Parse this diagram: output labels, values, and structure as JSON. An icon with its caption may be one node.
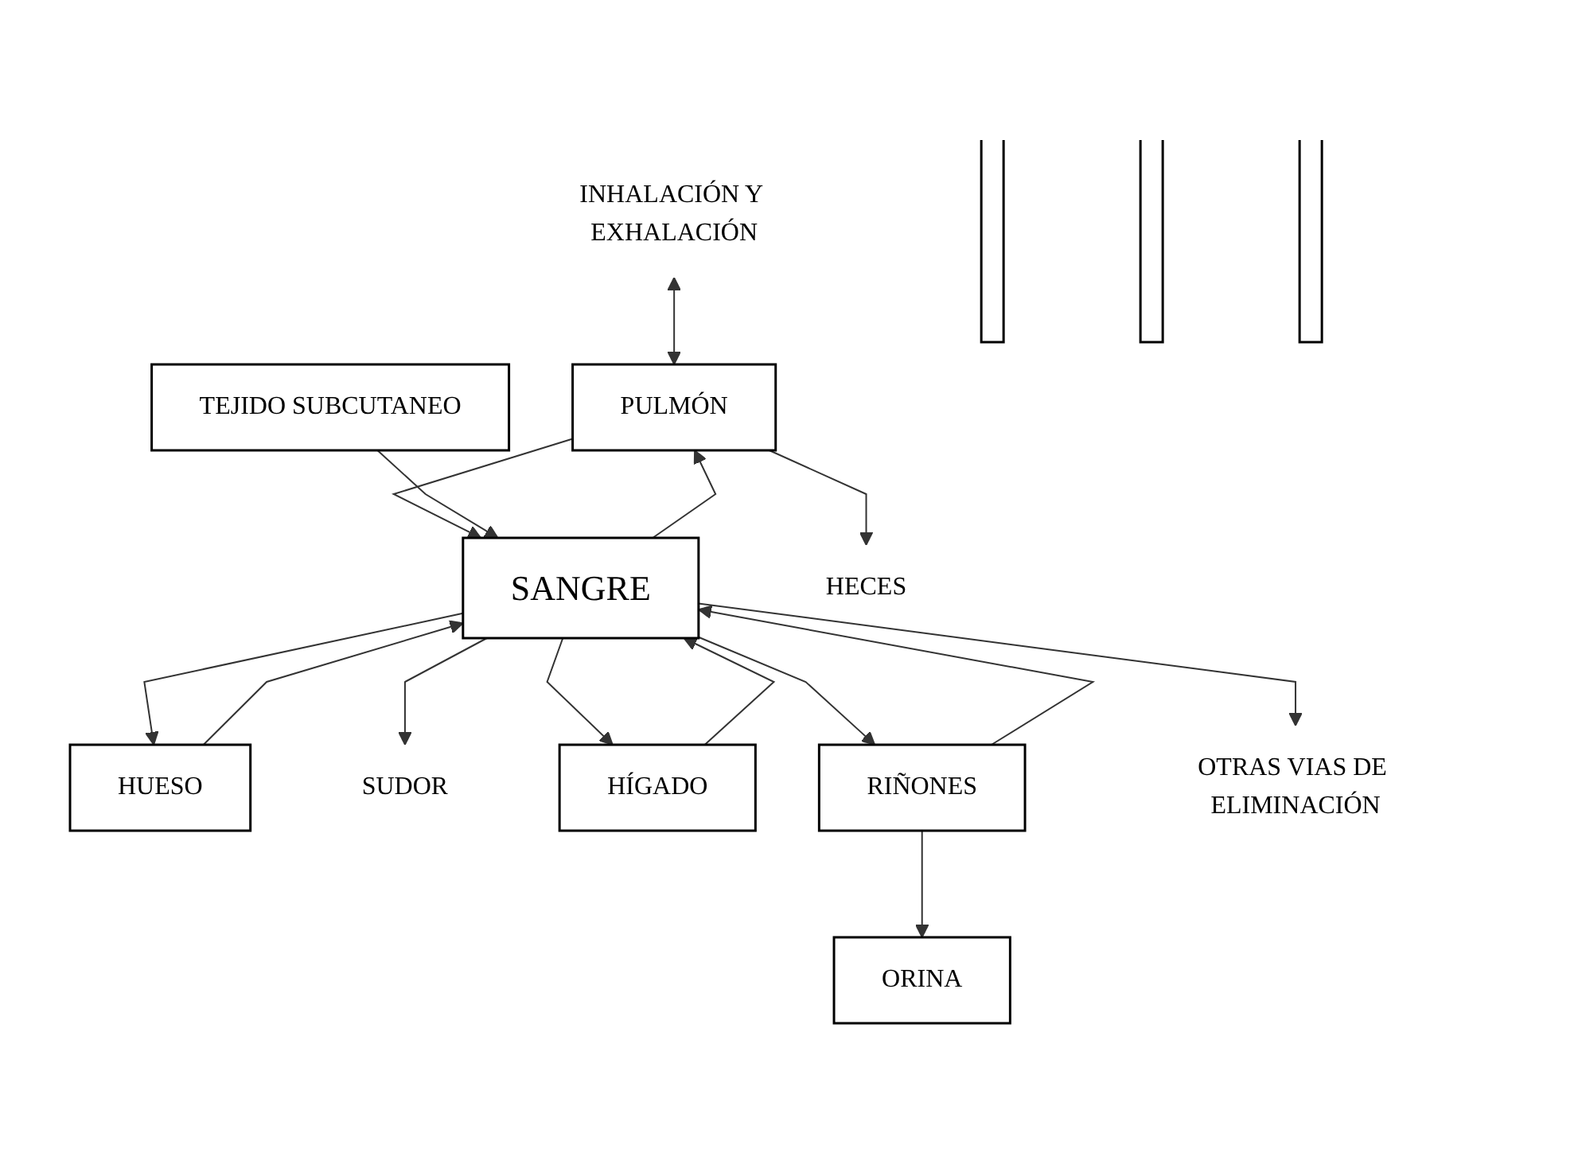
{
  "diagram": {
    "nodes": [
      {
        "text": [
          "INHALACIÓN Y EXHALACIÓN"
        ]
      },
      {
        "text": [],
        "shape": "bar"
      },
      {
        "text": [
          "PULMÓN"
        ]
      },
      {
        "text": [
          "HUESO"
        ]
      },
      {
        "text": [],
        "shape": "bar"
      },
      {
        "text": [
          "SANGRE"
        ]
      },
      {
        "text": [
          "TEJIDO SUBCUTANEO"
        ]
      },
      {
        "text": [
          "SUDOR"
        ]
      },
      {
        "text": [
          "HÍGADO"
        ]
      },
      {
        "text": [
          "RIÑONES"
        ]
      },
      {
        "text": [
          "OTRAS VIAS DE ELIMINACIÓN"
        ]
      },
      {
        "text": [],
        "shape": "bar"
      },
      {
        "text": [
          "HECES"
        ]
      },
      {
        "text": [
          "ORINA"
        ]
      }
    ],
    "edges": [
      {
        "from": 0,
        "to": 2,
        "arrow": "both"
      },
      {
        "from": 2,
        "to": 5,
        "arrow": "to"
      },
      {
        "from": 5,
        "to": 2,
        "arrow": "to"
      },
      {
        "from": 3,
        "to": 5,
        "arrow": "to"
      },
      {
        "from": 5,
        "to": 3,
        "arrow": "to"
      },
      {
        "from": 6,
        "to": 5,
        "arrow": "to"
      },
      {
        "from": 5,
        "to": 7,
        "arrow": "to"
      },
      {
        "from": 5,
        "to": 8,
        "arrow": "to"
      },
      {
        "from": 8,
        "to": 5,
        "arrow": "to"
      },
      {
        "from": 5,
        "to": 9,
        "arrow": "to"
      },
      {
        "from": 9,
        "to": 5,
        "arrow": "to"
      },
      {
        "from": 5,
        "to": 10,
        "arrow": "to"
      },
      {
        "from": 9,
        "to": 13,
        "arrow": "to"
      },
      {
        "from": 2,
        "to": 12,
        "arrow": "to"
      }
    ]
  }
}
